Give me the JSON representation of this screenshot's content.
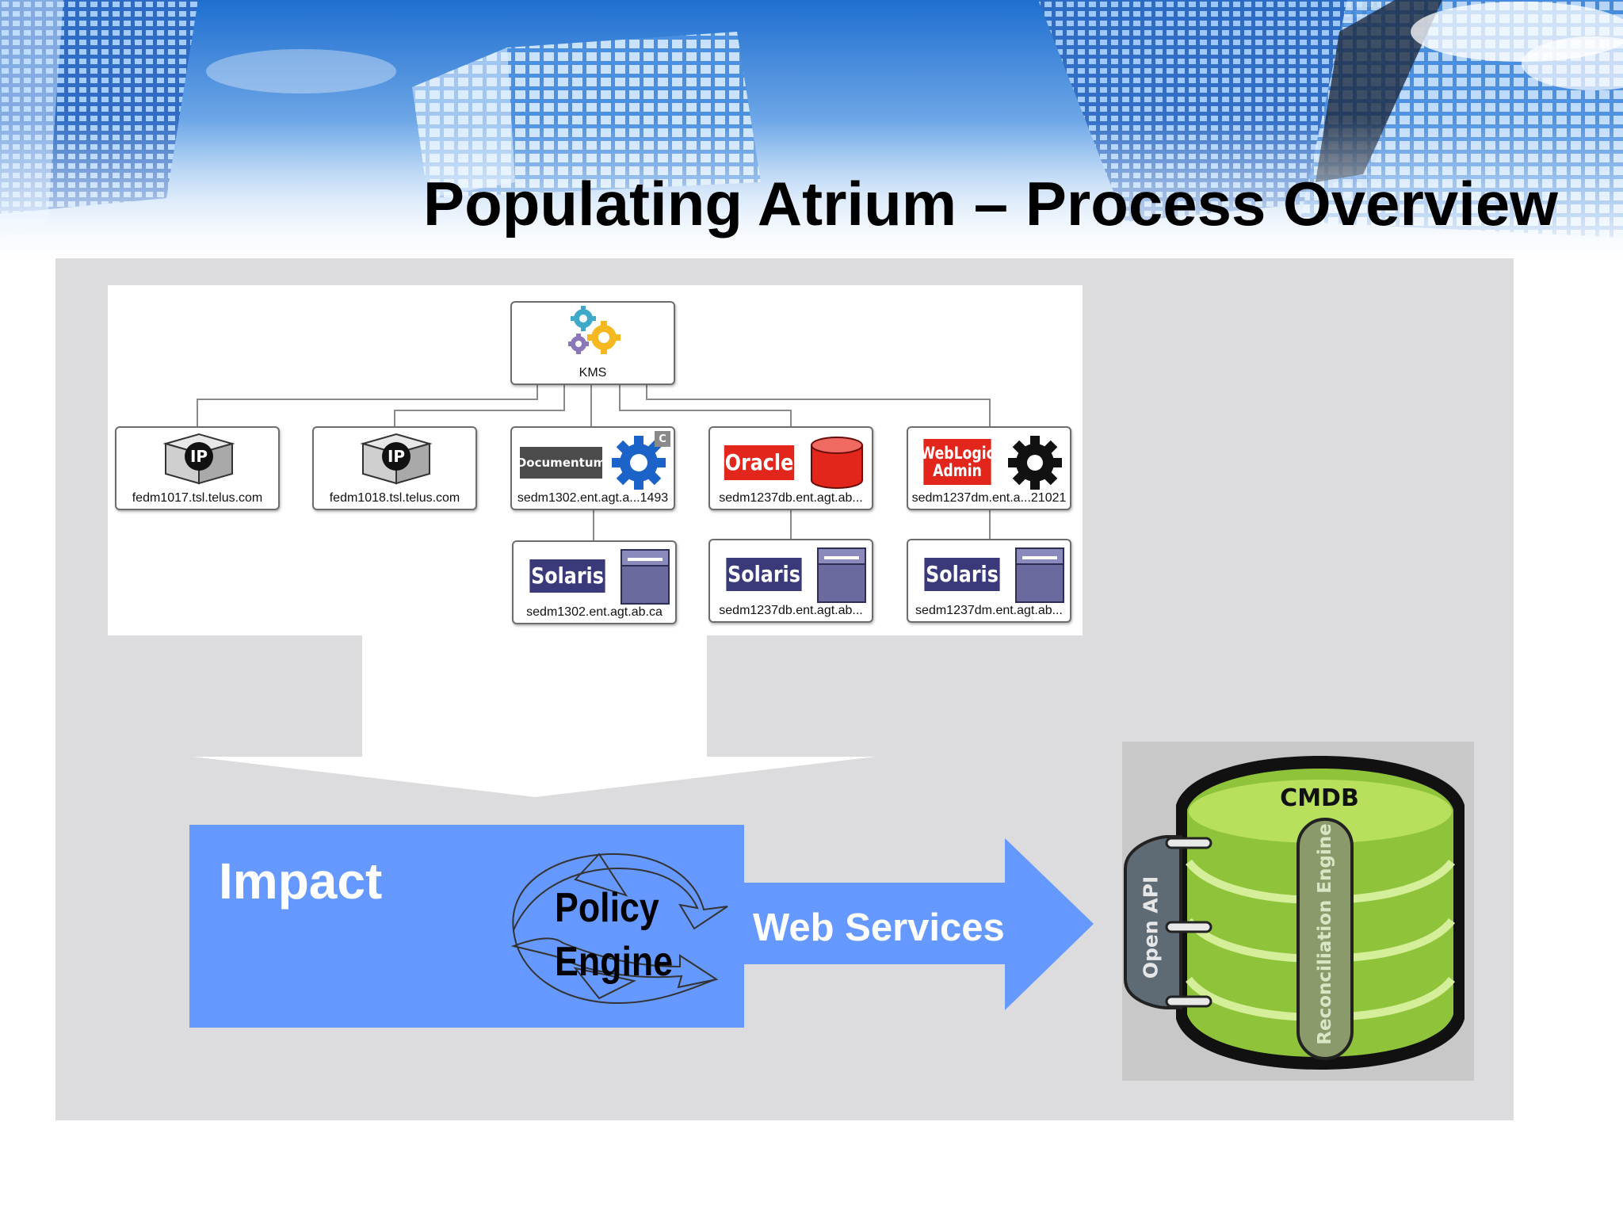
{
  "slide": {
    "title": "Populating Atrium – Process Overview"
  },
  "topology": {
    "root": {
      "label": "KMS",
      "icon": "gears-icon"
    },
    "nodes": [
      {
        "label": "fedm1017.tsl.telus.com",
        "icon": "ip-box-icon",
        "tag": "IP"
      },
      {
        "label": "fedm1018.tsl.telus.com",
        "icon": "ip-box-icon",
        "tag": "IP"
      },
      {
        "label": "sedm1302.ent.agt.a...1493",
        "icon": "documentum-gear-icon",
        "tag": "Documentum",
        "badge": "C"
      },
      {
        "label": "sedm1237db.ent.agt.ab...",
        "icon": "oracle-database-icon",
        "tag": "Oracle"
      },
      {
        "label": "sedm1237dm.ent.a...21021",
        "icon": "weblogic-gear-icon",
        "tag": "WebLogic\nAdmin"
      }
    ],
    "hosts": [
      {
        "label": "sedm1302.ent.agt.ab.ca",
        "icon": "solaris-server-icon",
        "tag": "Solaris"
      },
      {
        "label": "sedm1237db.ent.agt.ab...",
        "icon": "solaris-server-icon",
        "tag": "Solaris"
      },
      {
        "label": "sedm1237dm.ent.agt.ab...",
        "icon": "solaris-server-icon",
        "tag": "Solaris"
      }
    ]
  },
  "impact": {
    "label": "Impact",
    "policy_engine": "Policy\nEngine"
  },
  "web_services": {
    "label": "Web Services"
  },
  "cmdb": {
    "title": "CMDB",
    "open_api": "Open API",
    "reconciliation": "Reconciliation Engine"
  },
  "colors": {
    "impact_blue": "#6699ff",
    "cmdb_green": "#9ccc3a",
    "oracle_red": "#e3261c",
    "solaris_navy": "#3a3a7a"
  }
}
